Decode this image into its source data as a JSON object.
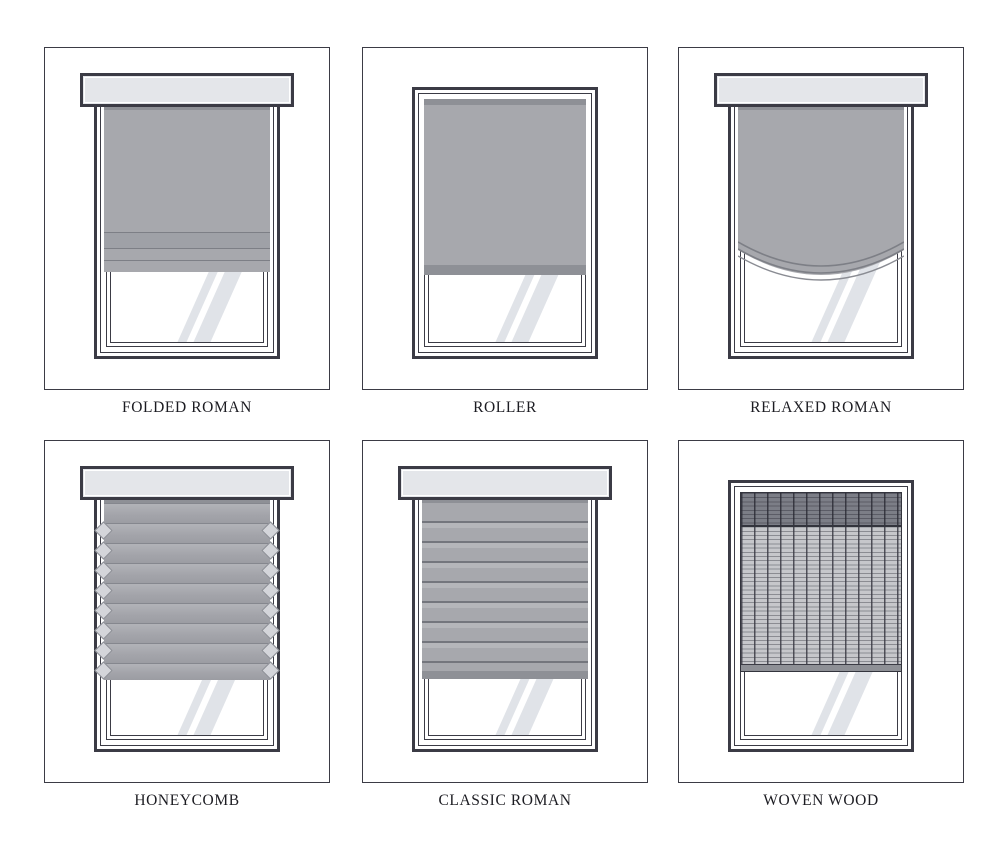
{
  "page": {
    "background_color": "#ffffff",
    "title": "Window Shade Style Reference Chart",
    "columns": 3,
    "rows": 2
  },
  "palette": {
    "outline": "#3b3b45",
    "shade_fabric": "#a7a8ad",
    "shade_fabric_light": "#b2b3b8",
    "shade_rail": "#8e9096",
    "valance_fill": "#e4e6ea",
    "glass": "#ffffff",
    "glass_reflection": "#e0e3e8",
    "woven_fill": "#c6c7cb",
    "woven_top_band": "#7c7e87",
    "label_text": "#1c1c22"
  },
  "panels": [
    {
      "id": "folded-roman",
      "label": "FOLDED ROMAN",
      "style": "folded",
      "has_valance": true,
      "shade_drop_pct": 62,
      "fold_count": 3,
      "description": "Flat fabric shade with a small stack of folds gathered at the bottom hem"
    },
    {
      "id": "roller",
      "label": "ROLLER",
      "style": "roller",
      "has_valance": false,
      "shade_drop_pct": 70,
      "fold_count": 0,
      "description": "Smooth flat fabric panel rolling down from a concealed tube with a weighted bottom bar"
    },
    {
      "id": "relaxed-roman",
      "label": "RELAXED ROMAN",
      "style": "relaxed",
      "has_valance": true,
      "shade_drop_pct": 60,
      "fold_count": 3,
      "description": "Soft fabric shade with a gently curved sagging bottom hem"
    },
    {
      "id": "honeycomb",
      "label": "HONEYCOMB",
      "style": "honeycomb",
      "has_valance": true,
      "shade_drop_pct": 66,
      "fold_count": 9,
      "description": "Cellular pleated shade showing diamond honeycomb cells along both side edges"
    },
    {
      "id": "classic-roman",
      "label": "CLASSIC ROMAN",
      "style": "classic",
      "has_valance": true,
      "shade_drop_pct": 66,
      "fold_count": 9,
      "description": "Fabric shade with evenly spaced horizontal fold lines across the whole panel"
    },
    {
      "id": "woven-wood",
      "label": "WOVEN WOOD",
      "style": "woven",
      "has_valance": false,
      "shade_drop_pct": 72,
      "fold_count": 0,
      "description": "Natural woven grass and wood weave with a darker banded valance at the top"
    }
  ]
}
